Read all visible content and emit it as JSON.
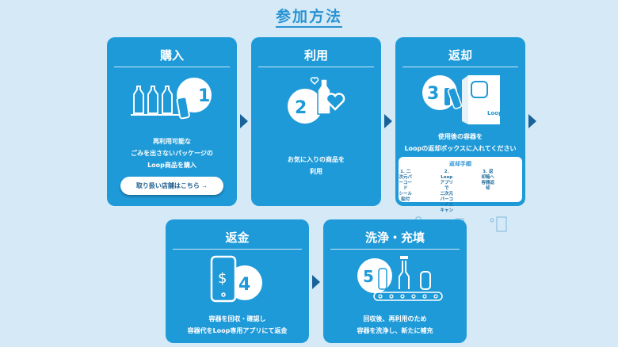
{
  "title": "参加方法",
  "cards": [
    {
      "step": "1",
      "heading": "購入",
      "desc": [
        "再利用可能な",
        "ごみを出さないパッケージの",
        "Loop商品を購入"
      ],
      "button": "取り扱い店舗はこちら →"
    },
    {
      "step": "2",
      "heading": "利用",
      "desc": [
        "お気に入りの商品を",
        "利用"
      ]
    },
    {
      "step": "3",
      "heading": "返却",
      "desc": [
        "使用後の容器を",
        "Loopの返却ボックスに入れてください"
      ],
      "box_label": "Loop",
      "steps_title": "返却手順",
      "steps": [
        [
          "1. 二次元バーコード",
          "シール貼付"
        ],
        [
          "2. Loopアプリで",
          "二次元バーコードスキャン"
        ],
        [
          "3. 返却箱へ",
          "容器返却"
        ]
      ]
    },
    {
      "step": "4",
      "heading": "返金",
      "desc": [
        "容器を回収・確認し",
        "容器代をLoop専用アプリにて返金"
      ]
    },
    {
      "step": "5",
      "heading": "洗浄・充填",
      "desc": [
        "回収後、再利用のため",
        "容器を洗浄し、新たに補充"
      ]
    }
  ],
  "colors": {
    "background": "#d5eaf6",
    "card": "#1f9ad8",
    "arrow": "#17639a",
    "title": "#2a93d3"
  }
}
